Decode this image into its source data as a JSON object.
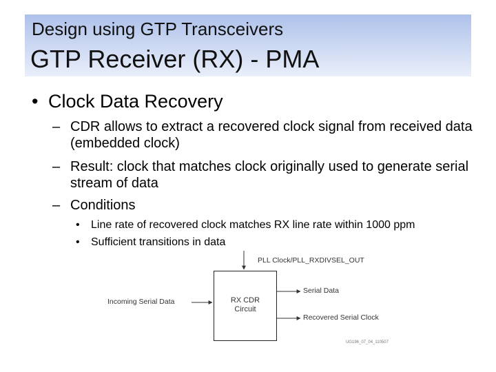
{
  "header": {
    "supertitle": "Design using GTP Transceivers",
    "title": "GTP Receiver (RX) - PMA"
  },
  "bullets": {
    "main": {
      "marker": "•",
      "text": "Clock Data Recovery"
    },
    "sub": [
      {
        "marker": "–",
        "text": "CDR allows to extract a recovered clock signal from received data (embedded clock)"
      },
      {
        "marker": "–",
        "text": "Result: clock that matches clock originally used to generate serial stream of data"
      },
      {
        "marker": "–",
        "text": "Conditions"
      }
    ],
    "subsub": [
      {
        "marker": "•",
        "text": "Line rate of recovered clock matches RX line rate within 1000 ppm"
      },
      {
        "marker": "•",
        "text": "Sufficient transitions in data"
      }
    ]
  },
  "diagram": {
    "top_input_label": "PLL Clock/PLL_RXDIVSEL_OUT",
    "left_input_label": "Incoming Serial Data",
    "block_label_line1": "RX CDR",
    "block_label_line2": "Circuit",
    "output_1_label": "Serial Data",
    "output_2_label": "Recovered Serial Clock",
    "figure_id": "UG196_07_04_110507"
  }
}
